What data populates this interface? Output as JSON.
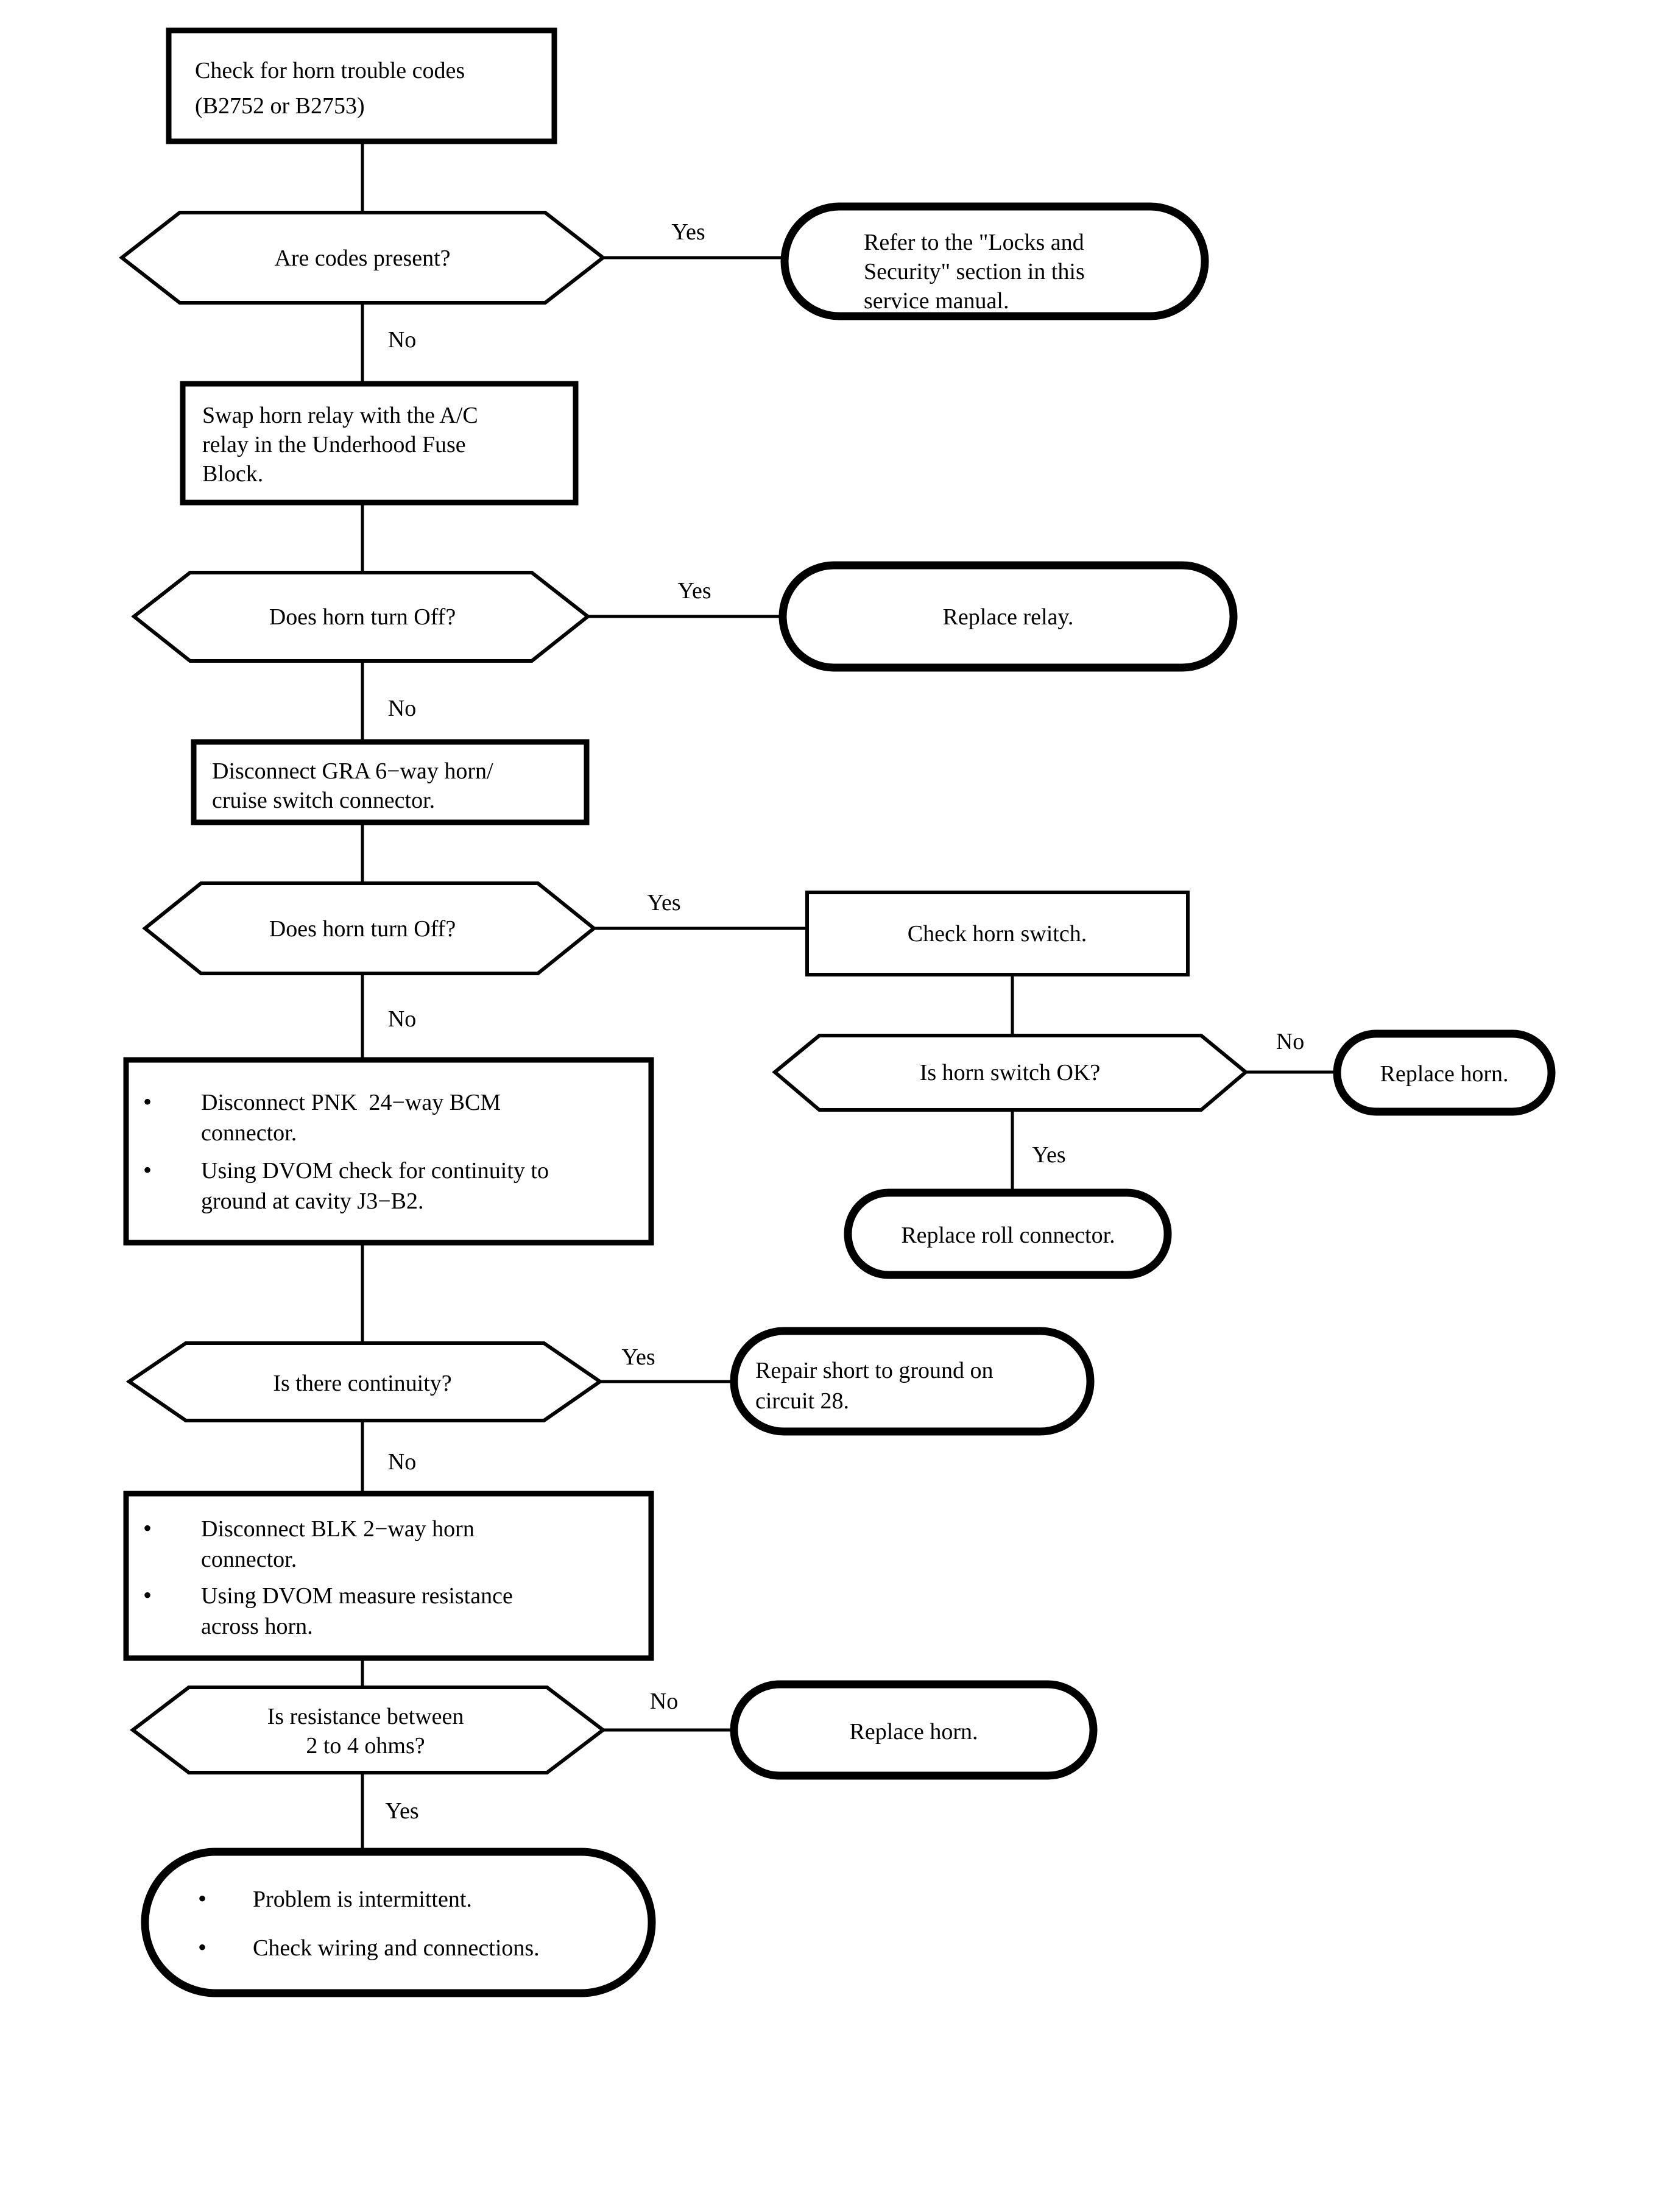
{
  "chart_data": {
    "type": "diagram",
    "title": "Horn Diagnostic Flowchart",
    "diagram_kind": "flowchart",
    "nodes": [
      {
        "id": "n1",
        "shape": "process",
        "lines": [
          "Check for horn trouble codes",
          "(B2752 or B2753)"
        ]
      },
      {
        "id": "n2",
        "shape": "decision",
        "lines": [
          "Are codes present?"
        ]
      },
      {
        "id": "n3",
        "shape": "terminator",
        "lines": [
          "Refer to the \"Locks and",
          "Security\" section in this",
          "service manual."
        ]
      },
      {
        "id": "n4",
        "shape": "process",
        "lines": [
          "Swap horn relay with the A/C",
          "relay in the Underhood Fuse",
          "Block."
        ]
      },
      {
        "id": "n5",
        "shape": "decision",
        "lines": [
          "Does horn turn Off?"
        ]
      },
      {
        "id": "n6",
        "shape": "terminator",
        "lines": [
          "Replace relay."
        ]
      },
      {
        "id": "n7",
        "shape": "process",
        "lines": [
          "Disconnect GRA 6−way horn/",
          "cruise switch connector."
        ]
      },
      {
        "id": "n8",
        "shape": "decision",
        "lines": [
          "Does horn turn Off?"
        ]
      },
      {
        "id": "n9",
        "shape": "process",
        "lines": [
          "Check horn switch."
        ]
      },
      {
        "id": "n10",
        "shape": "decision",
        "lines": [
          "Is horn switch OK?"
        ]
      },
      {
        "id": "n11",
        "shape": "terminator",
        "lines": [
          "Replace horn."
        ]
      },
      {
        "id": "n12",
        "shape": "terminator",
        "lines": [
          "Replace roll connector."
        ]
      },
      {
        "id": "n13",
        "shape": "process-bullets",
        "bullets": [
          [
            "Disconnect PNK  24−way BCM",
            "connector."
          ],
          [
            "Using DVOM check for continuity to",
            "ground at cavity J3−B2."
          ]
        ]
      },
      {
        "id": "n14",
        "shape": "decision",
        "lines": [
          "Is there continuity?"
        ]
      },
      {
        "id": "n15",
        "shape": "terminator",
        "lines": [
          "Repair short to ground on",
          "circuit 28."
        ]
      },
      {
        "id": "n16",
        "shape": "process-bullets",
        "bullets": [
          [
            "Disconnect BLK 2−way horn",
            "connector."
          ],
          [
            "Using DVOM measure resistance",
            "across horn."
          ]
        ]
      },
      {
        "id": "n17",
        "shape": "decision",
        "lines": [
          "Is resistance between",
          "2 to 4 ohms?"
        ]
      },
      {
        "id": "n18",
        "shape": "terminator",
        "lines": [
          "Replace horn."
        ]
      },
      {
        "id": "n19",
        "shape": "terminator-bullets",
        "bullets": [
          [
            "Problem is intermittent."
          ],
          [
            "Check wiring and connections."
          ]
        ]
      }
    ],
    "edge_labels": [
      {
        "id": "e1",
        "text": "Yes",
        "from": "n2",
        "to": "n3"
      },
      {
        "id": "e2",
        "text": "No",
        "from": "n2",
        "to": "n4"
      },
      {
        "id": "e3",
        "text": "Yes",
        "from": "n5",
        "to": "n6"
      },
      {
        "id": "e4",
        "text": "No",
        "from": "n5",
        "to": "n7"
      },
      {
        "id": "e5",
        "text": "Yes",
        "from": "n8",
        "to": "n9"
      },
      {
        "id": "e6",
        "text": "No",
        "from": "n8",
        "to": "n13"
      },
      {
        "id": "e7",
        "text": "No",
        "from": "n10",
        "to": "n11"
      },
      {
        "id": "e8",
        "text": "Yes",
        "from": "n10",
        "to": "n12"
      },
      {
        "id": "e9",
        "text": "Yes",
        "from": "n14",
        "to": "n15"
      },
      {
        "id": "e10",
        "text": "No",
        "from": "n14",
        "to": "n16"
      },
      {
        "id": "e11",
        "text": "No",
        "from": "n17",
        "to": "n18"
      },
      {
        "id": "e12",
        "text": "Yes",
        "from": "n17",
        "to": "n19"
      }
    ],
    "colors": {
      "stroke": "#000000",
      "fill": "#ffffff",
      "background": "#ffffff"
    }
  },
  "n1": {
    "l0": "Check for horn trouble codes",
    "l1": "(B2752 or B2753)"
  },
  "n2": {
    "l0": "Are codes present?"
  },
  "n3": {
    "l0": "Refer to the \"Locks and",
    "l1": "Security\" section in this",
    "l2": "service manual."
  },
  "n4": {
    "l0": "Swap horn relay with the A/C",
    "l1": "relay in the Underhood Fuse",
    "l2": "Block."
  },
  "n5": {
    "l0": "Does horn turn Off?"
  },
  "n6": {
    "l0": "Replace relay."
  },
  "n7": {
    "l0": "Disconnect GRA 6−way horn/",
    "l1": "cruise switch connector."
  },
  "n8": {
    "l0": "Does horn turn Off?"
  },
  "n9": {
    "l0": "Check horn switch."
  },
  "n10": {
    "l0": "Is horn switch OK?"
  },
  "n11": {
    "l0": "Replace horn."
  },
  "n12": {
    "l0": "Replace roll connector."
  },
  "n13": {
    "b0l0": "Disconnect PNK  24−way BCM",
    "b0l1": "connector.",
    "b1l0": "Using DVOM check for continuity to",
    "b1l1": "ground at cavity J3−B2.",
    "bullet": "•"
  },
  "n14": {
    "l0": "Is there continuity?"
  },
  "n15": {
    "l0": "Repair short to ground on",
    "l1": "circuit 28."
  },
  "n16": {
    "b0l0": "Disconnect BLK 2−way horn",
    "b0l1": "connector.",
    "b1l0": "Using DVOM measure resistance",
    "b1l1": "across horn.",
    "bullet": "•"
  },
  "n17": {
    "l0": "Is resistance between",
    "l1": "2 to 4 ohms?"
  },
  "n18": {
    "l0": "Replace horn."
  },
  "n19": {
    "b0l0": "Problem is intermittent.",
    "b1l0": "Check wiring and connections.",
    "bullet": "•"
  },
  "labels": {
    "yes1": "Yes",
    "no1": "No",
    "yes2": "Yes",
    "no2": "No",
    "yes3": "Yes",
    "no3": "No",
    "no4": "No",
    "yes4": "Yes",
    "yes5": "Yes",
    "no5": "No",
    "no6": "No",
    "yes6": "Yes"
  }
}
